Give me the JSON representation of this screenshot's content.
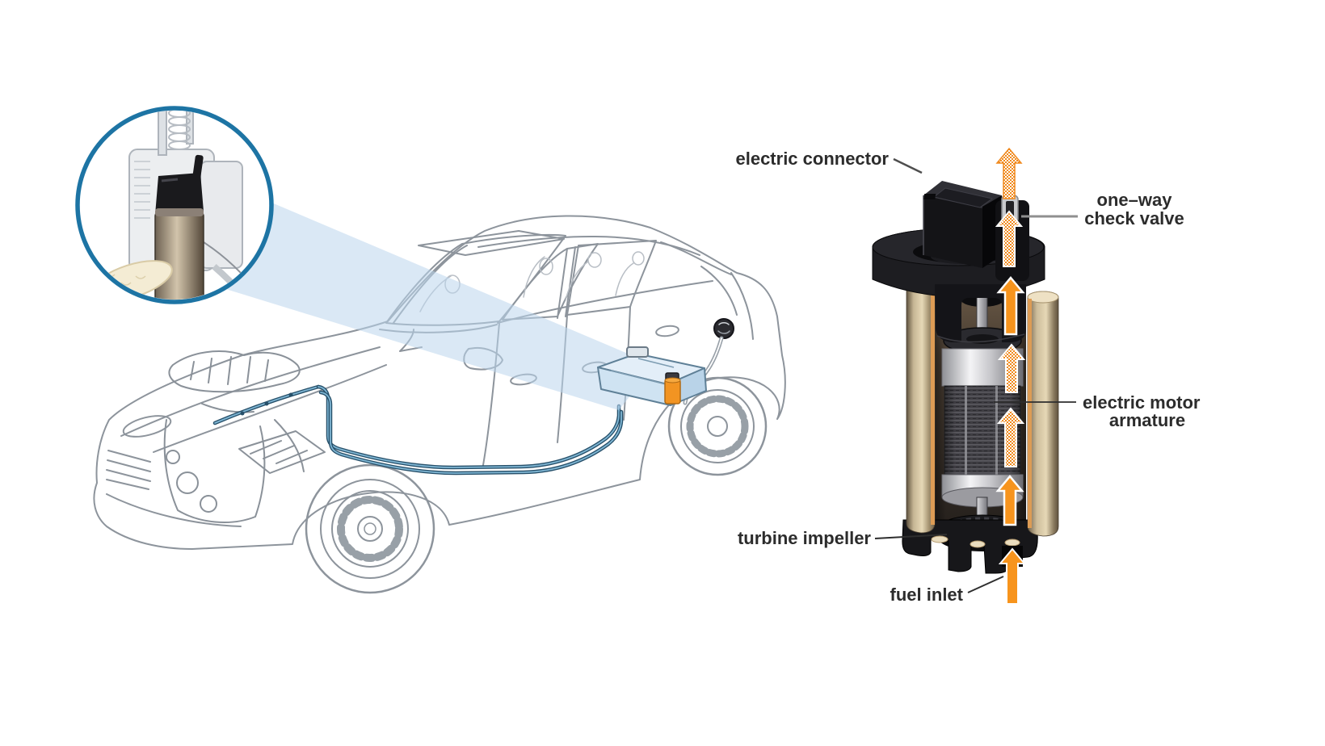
{
  "figure": {
    "description": "Cutaway diagram of an in-tank electric fuel pump with a car illustration showing the pump location in the fuel tank",
    "background": "#ffffff"
  },
  "callouts": {
    "electric_connector": {
      "label": "electric connector"
    },
    "one_way_check_valve": {
      "line1": "one–way",
      "line2": "check valve"
    },
    "electric_motor_armature": {
      "line1": "electric motor",
      "line2": "armature"
    },
    "turbine_impeller": {
      "label": "turbine impeller"
    },
    "fuel_inlet": {
      "label": "fuel inlet"
    }
  },
  "colors": {
    "inset_ring_blue": "#1d74a4",
    "beam_blue": "#bcd6ec",
    "car_outline_gray": "#8d949c",
    "fuel_line_dark_blue": "#27506a",
    "fuel_line_light_blue": "#7fb6d4",
    "fuel_tank_blue": "#cfe3f2",
    "pump_module_orange": "#f29422",
    "flow_arrow_orange": "#f7941d",
    "casing_tan": "#d8c9a8",
    "casing_lining_orange": "#dd9c55",
    "motor_silver": "#d9d9dc",
    "armature_gray": "#47464b",
    "pump_black": "#1a1a1e",
    "label_text": "#2c2c2c",
    "leader_line_dark": "#4e4e4e",
    "leader_line_gray": "#8f8f8f",
    "background": "#ffffff"
  }
}
